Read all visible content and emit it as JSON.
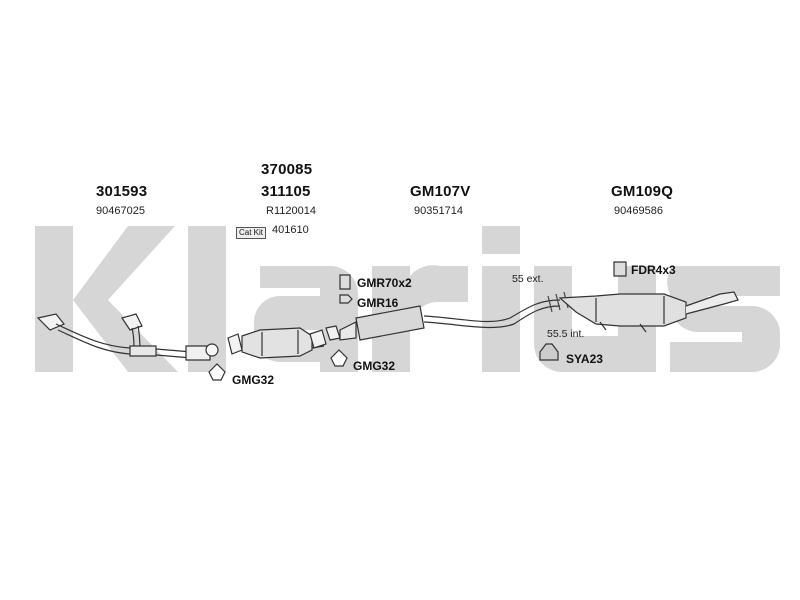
{
  "watermark": {
    "text": "Klarius",
    "color": "#d6d6d6"
  },
  "parts": [
    {
      "number": "301593",
      "oem": "90467025"
    },
    {
      "number_top": "370085",
      "number": "311105",
      "oem": "R1120014",
      "catkit_label": "Cat Kit",
      "catkit_number": "401610"
    },
    {
      "number": "GM107V",
      "oem": "90351714"
    },
    {
      "number": "GM109Q",
      "oem": "90469586"
    }
  ],
  "fittings": {
    "gmr70": "GMR70x2",
    "gmr16": "GMR16",
    "gmg32_left": "GMG32",
    "gmg32_mid": "GMG32",
    "fdr": "FDR4x3",
    "sya": "SYA23",
    "ext": "55 ext.",
    "int": "55.5 int."
  },
  "icons": [
    "clamp-icon",
    "bolt-icon",
    "gasket-icon",
    "rubber-mount-icon",
    "hanger-icon"
  ]
}
